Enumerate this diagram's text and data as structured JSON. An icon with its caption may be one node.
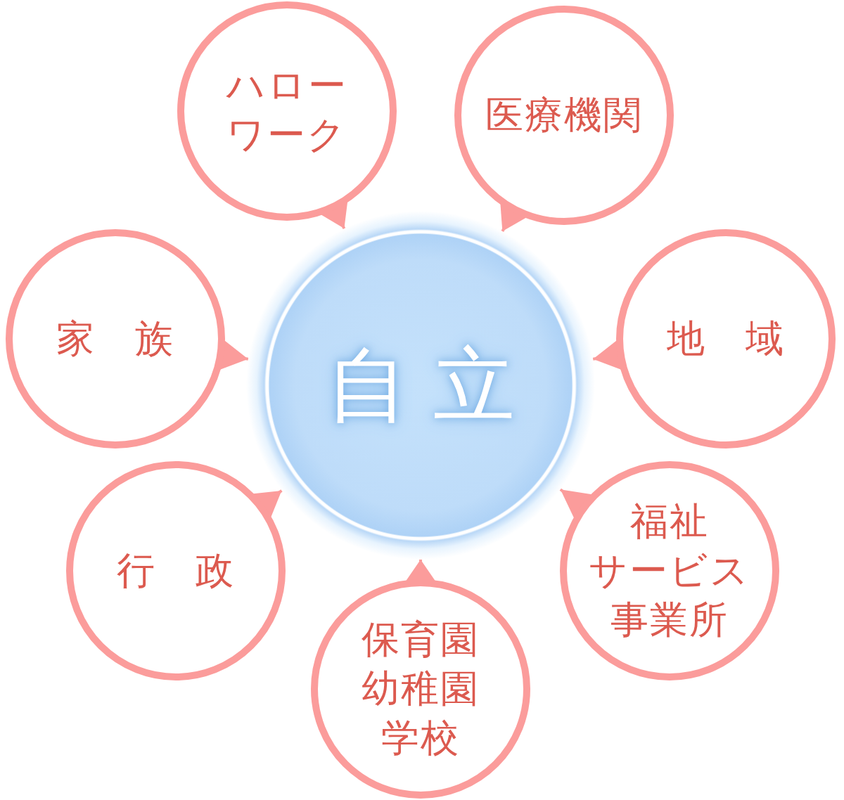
{
  "diagram": {
    "nodes": [
      {
        "text": [
          "ハローワーク"
        ]
      },
      {
        "text": [
          "医療機関"
        ]
      },
      {
        "text": [
          "家　族"
        ]
      },
      {
        "text": [
          "自 立"
        ]
      },
      {
        "text": [
          "地　域"
        ]
      },
      {
        "text": [
          "行　政"
        ]
      },
      {
        "text": [
          "福祉サービス事業所"
        ]
      },
      {
        "text": [
          "保育園幼稚園学校"
        ]
      }
    ],
    "edges": [
      {
        "from": 0,
        "to": 3,
        "arrow": "to"
      },
      {
        "from": 1,
        "to": 3,
        "arrow": "to"
      },
      {
        "from": 2,
        "to": 3,
        "arrow": "to"
      },
      {
        "from": 4,
        "to": 3,
        "arrow": "to"
      },
      {
        "from": 5,
        "to": 3,
        "arrow": "to"
      },
      {
        "from": 6,
        "to": 3,
        "arrow": "to"
      },
      {
        "from": 7,
        "to": 3,
        "arrow": "to"
      }
    ]
  }
}
